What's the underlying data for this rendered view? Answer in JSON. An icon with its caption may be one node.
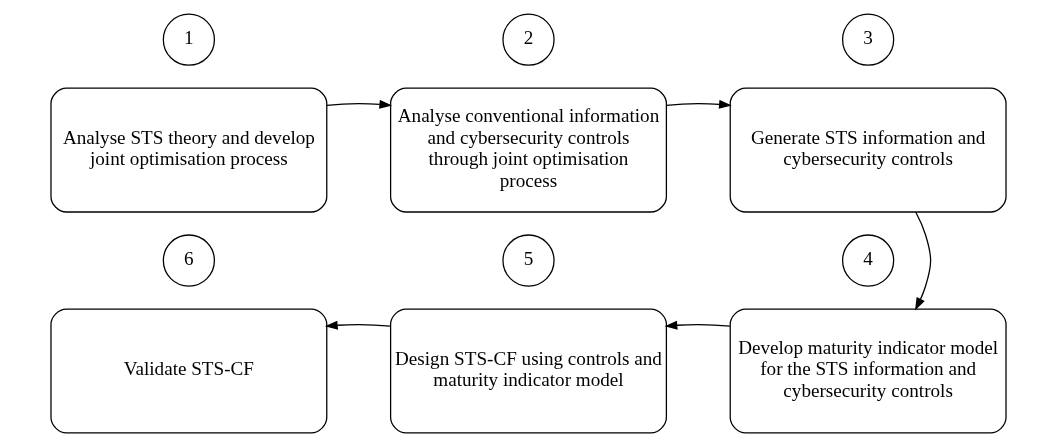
{
  "diagram": {
    "nodes": [
      {
        "text": [
          "1"
        ]
      },
      {
        "text": [
          "Analyse STS theory and develop joint optimisation process"
        ]
      },
      {
        "text": [
          "2"
        ]
      },
      {
        "text": [
          "Analyse conventional information and cybersecurity controls through joint optimisation process"
        ]
      },
      {
        "text": [
          "3"
        ]
      },
      {
        "text": [
          "Generate STS information and cybersecurity controls"
        ]
      },
      {
        "text": [
          "4"
        ]
      },
      {
        "text": [
          "Develop maturity indicator model for the STS information and cybersecurity controls"
        ]
      },
      {
        "text": [
          "5"
        ]
      },
      {
        "text": [
          "Design STS-CF using controls and maturity indicator model"
        ]
      },
      {
        "text": [
          "6"
        ]
      },
      {
        "text": [
          "Validate STS-CF"
        ]
      }
    ],
    "edges": [
      {
        "from": 1,
        "to": 3,
        "arrow": "to"
      },
      {
        "from": 3,
        "to": 5,
        "arrow": "to"
      },
      {
        "from": 5,
        "to": 7,
        "arrow": "to"
      },
      {
        "from": 7,
        "to": 9,
        "arrow": "to"
      },
      {
        "from": 9,
        "to": 11,
        "arrow": "to"
      }
    ]
  }
}
